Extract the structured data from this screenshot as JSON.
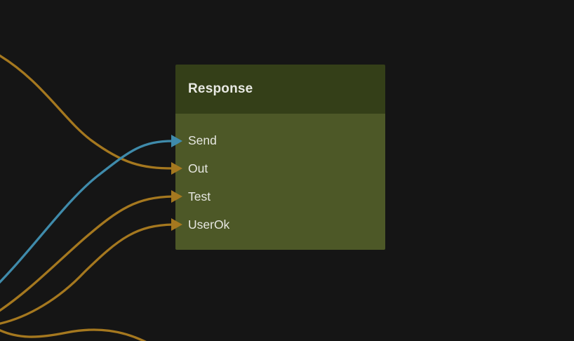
{
  "canvas": {
    "background_color": "#151515"
  },
  "node": {
    "title": "Response",
    "header_color": "#343f18",
    "body_color": "#4d5827",
    "text_color": "#e6e7e1",
    "ports": [
      {
        "label": "Send",
        "color": "#3f8bab"
      },
      {
        "label": "Out",
        "color": "#a5781f"
      },
      {
        "label": "Test",
        "color": "#a5781f"
      },
      {
        "label": "UserOk",
        "color": "#a5781f"
      }
    ]
  },
  "edges": [
    {
      "target_port": "Send",
      "color": "#3f8bab"
    },
    {
      "target_port": "Out",
      "color": "#a5781f"
    },
    {
      "target_port": "Test",
      "color": "#a5781f"
    },
    {
      "target_port": "UserOk",
      "color": "#a5781f"
    },
    {
      "target_port": null,
      "color": "#a5781f",
      "note": "wire clipped at bottom-left canvas edge"
    }
  ]
}
